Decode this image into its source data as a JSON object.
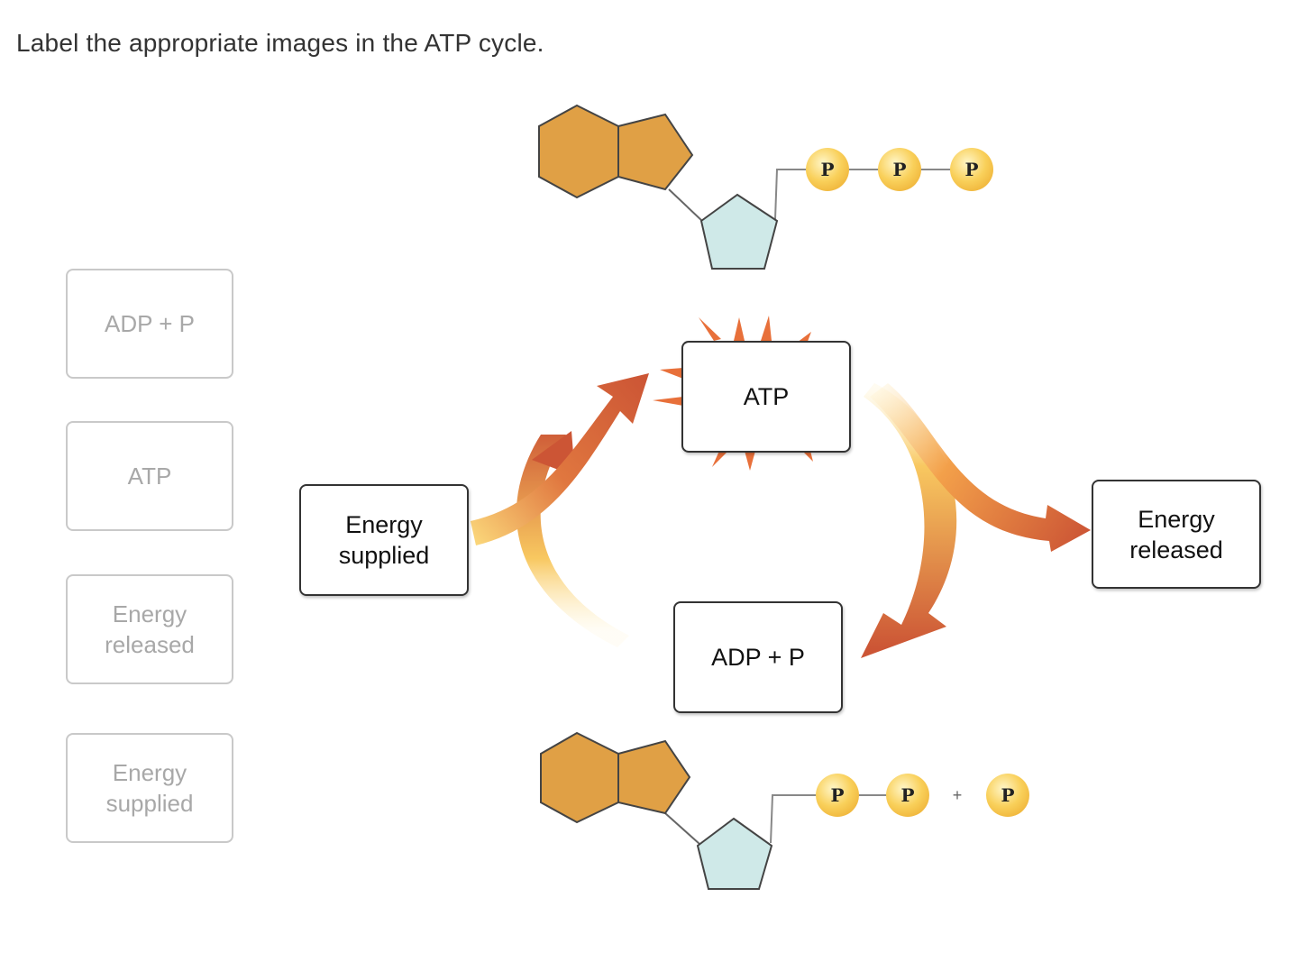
{
  "prompt": "Label the appropriate images in the ATP cycle.",
  "label_bank": [
    {
      "text": "ADP + P"
    },
    {
      "text": "ATP"
    },
    {
      "text": "Energy\nreleased"
    },
    {
      "text": "Energy\nsupplied"
    }
  ],
  "drop_zones": {
    "atp": "ATP",
    "adp": "ADP + P",
    "energy_supplied": "Energy\nsupplied",
    "energy_released": "Energy\nreleased"
  },
  "molecules": {
    "atp_phosphates": [
      "P",
      "P",
      "P"
    ],
    "adp_phosphates": [
      "P",
      "P"
    ],
    "plus": "+",
    "free_phosphate": "P"
  },
  "colors": {
    "adenine": "#e0a045",
    "ribose": "#cfe9e8",
    "phosphate": "#f7c64a",
    "arrow_dark": "#cc5535",
    "arrow_light": "#f8cf6a"
  }
}
